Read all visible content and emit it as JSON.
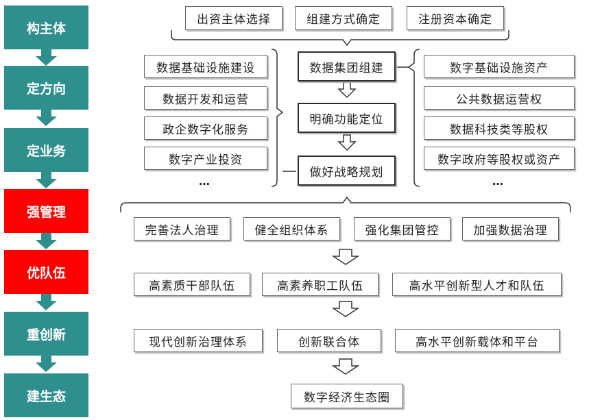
{
  "colors": {
    "teal": "#2f8f8c",
    "red": "#ff0000"
  },
  "steps": [
    {
      "label": "构主体",
      "color": "teal"
    },
    {
      "label": "定方向",
      "color": "teal"
    },
    {
      "label": "定业务",
      "color": "teal"
    },
    {
      "label": "强管理",
      "color": "red"
    },
    {
      "label": "优队伍",
      "color": "red"
    },
    {
      "label": "重创新",
      "color": "teal"
    },
    {
      "label": "建生态",
      "color": "teal"
    }
  ],
  "top_row": [
    "出资主体选择",
    "组建方式确定",
    "注册资本确定"
  ],
  "left_list": [
    "数据基础设施建设",
    "数据开发和运营",
    "政企数字化服务",
    "数字产业投资",
    "…"
  ],
  "center_chain": [
    "数据集团组建",
    "明确功能定位",
    "做好战略规划"
  ],
  "right_list": [
    "数字基础设施资产",
    "公共数据运营权",
    "数据科技类等股权",
    "数字政府等股权或资产",
    "…"
  ],
  "management_row": [
    "完善法人治理",
    "健全组织体系",
    "强化集团管控",
    "加强数据治理"
  ],
  "talent_row": [
    "高素质干部队伍",
    "高素养职工队伍",
    "高水平创新型人才和队伍"
  ],
  "innovation_row": [
    "现代创新治理体系",
    "创新联合体",
    "高水平创新载体和平台"
  ],
  "ecosystem": "数字经济生态圈"
}
